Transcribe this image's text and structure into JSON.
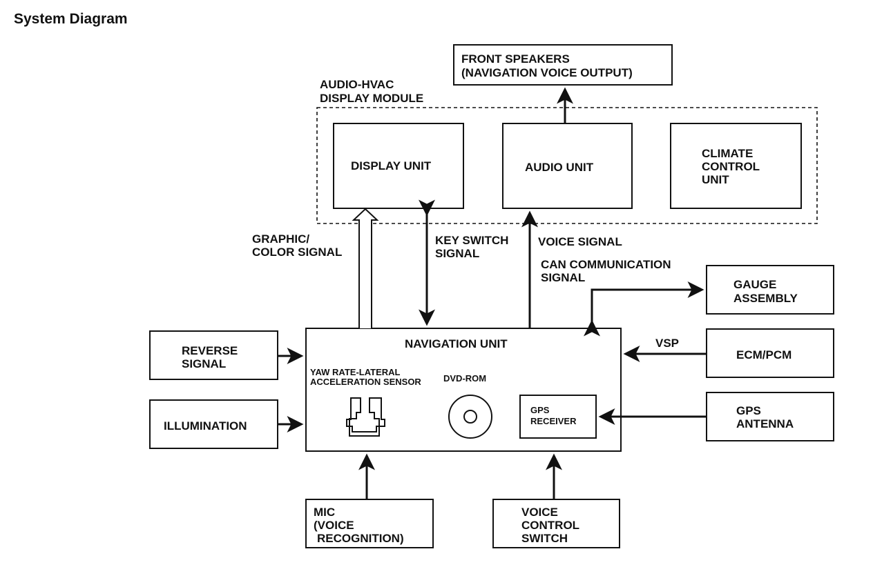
{
  "title": "System Diagram",
  "module_label": [
    "AUDIO-HVAC",
    "DISPLAY MODULE"
  ],
  "blocks": {
    "front_speakers": [
      "FRONT SPEAKERS",
      "(NAVIGATION VOICE OUTPUT)"
    ],
    "display_unit": [
      "DISPLAY UNIT"
    ],
    "audio_unit": [
      "AUDIO UNIT"
    ],
    "climate_control_unit": [
      "CLIMATE",
      "CONTROL",
      "UNIT"
    ],
    "navigation_unit": [
      "NAVIGATION UNIT"
    ],
    "yaw_rate_sensor": [
      "YAW RATE-LATERAL",
      "ACCELERATION SENSOR"
    ],
    "dvd_rom": [
      "DVD-ROM"
    ],
    "gps_receiver": [
      "GPS",
      "RECEIVER"
    ],
    "reverse_signal": [
      "REVERSE",
      "SIGNAL"
    ],
    "illumination": [
      "ILLUMINATION"
    ],
    "gauge_assembly": [
      "GAUGE",
      "ASSEMBLY"
    ],
    "ecm_pcm": [
      "ECM/PCM"
    ],
    "gps_antenna": [
      "GPS",
      "ANTENNA"
    ],
    "mic": [
      "MIC",
      "(VOICE",
      "RECOGNITION)"
    ],
    "voice_control_switch": [
      "VOICE",
      "CONTROL",
      "SWITCH"
    ]
  },
  "signals": {
    "graphic_color": [
      "GRAPHIC/",
      "COLOR SIGNAL"
    ],
    "key_switch": [
      "KEY SWITCH",
      "SIGNAL"
    ],
    "voice": [
      "VOICE SIGNAL"
    ],
    "can": [
      "CAN COMMUNICATION",
      "SIGNAL"
    ],
    "vsp": [
      "VSP"
    ]
  }
}
